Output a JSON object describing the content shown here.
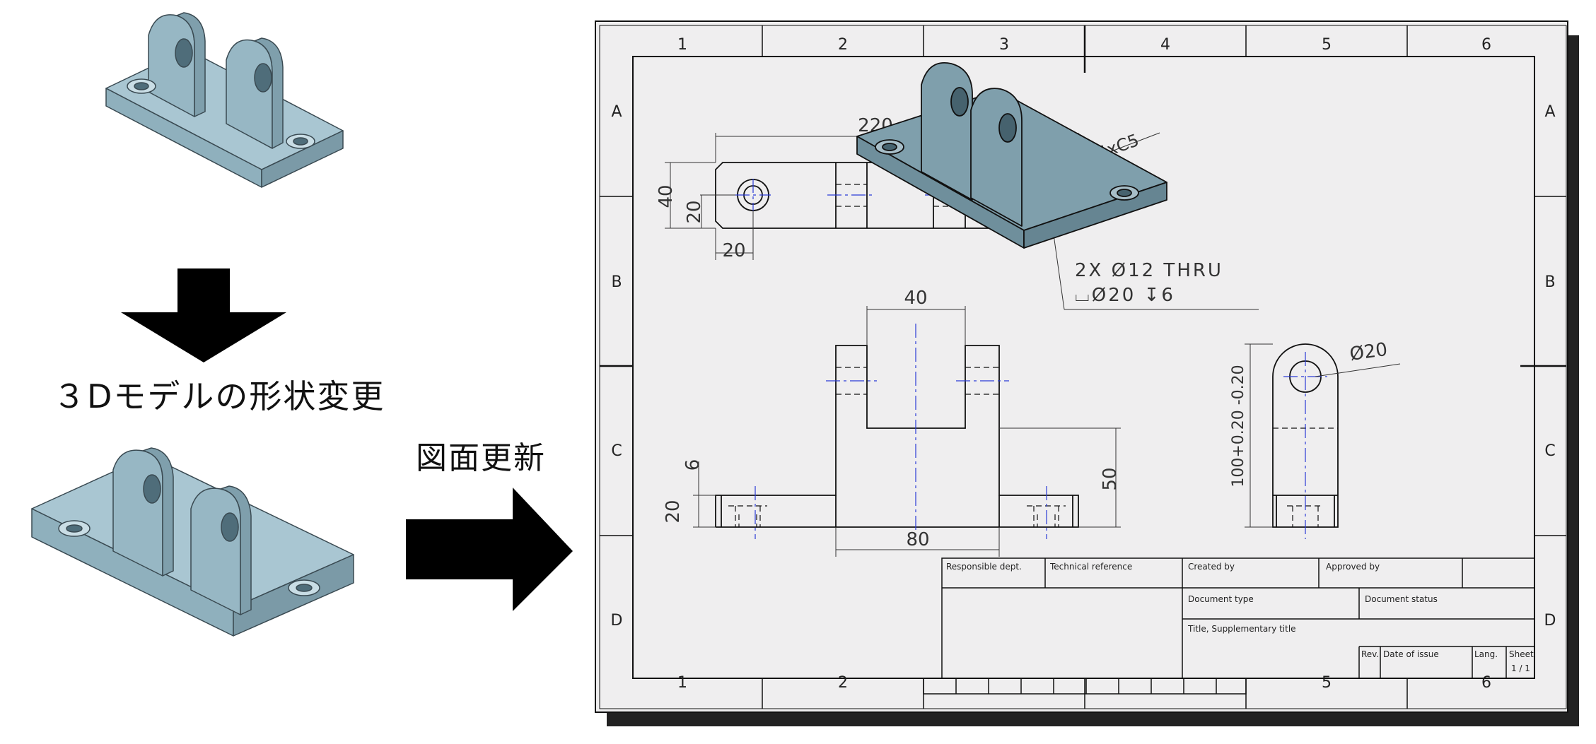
{
  "left_panel": {
    "caption_model_change": "３Dモデルの形状変更",
    "caption_update_drawing": "図面更新"
  },
  "drawing": {
    "col_labels": [
      "1",
      "2",
      "3",
      "4",
      "5",
      "6"
    ],
    "row_labels": [
      "A",
      "B",
      "C",
      "D"
    ],
    "dims": {
      "top_length": "220",
      "chamfer": "4xC5",
      "height_40": "40",
      "height_20": "20",
      "hole_offset_20": "20",
      "hole_note_1": "2X  Ø12  THRU",
      "hole_note_2": "⌴Ø20  ↧6",
      "front_40": "40",
      "front_6": "6",
      "front_20": "20",
      "front_50": "50",
      "front_80": "80",
      "side_dia": "Ø20",
      "side_height": "100+0.20 -0.20"
    },
    "title_block": {
      "responsible_dept": "Responsible dept.",
      "technical_reference": "Technical reference",
      "created_by": "Created by",
      "approved_by": "Approved by",
      "document_type": "Document type",
      "document_status": "Document status",
      "title": "Title, Supplementary title",
      "rev": "Rev.",
      "date_of_issue": "Date of issue",
      "lang": "Lang.",
      "sheet": "Sheet",
      "sheet_value": "1 / 1"
    }
  },
  "colors": {
    "part_fill": "#97b7c4",
    "part_light": "#a9c6d2",
    "part_dark": "#7b9aa7",
    "sheet_bg": "#efeeef",
    "centerline": "#2b3bd6"
  }
}
